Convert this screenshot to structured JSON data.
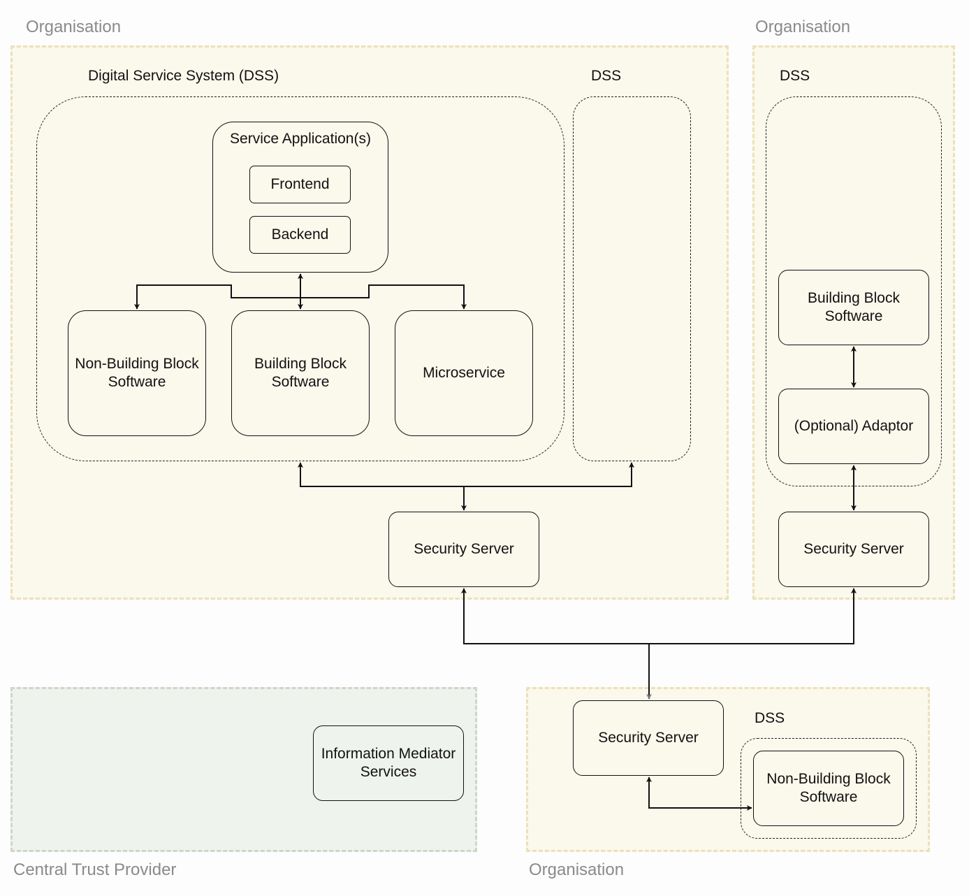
{
  "zones": {
    "org_main": {
      "label": "Organisation"
    },
    "org_right": {
      "label": "Organisation"
    },
    "org_bottom": {
      "label": "Organisation"
    },
    "trust": {
      "label": "Central Trust Provider"
    }
  },
  "dss": {
    "main": {
      "label": "Digital Service System (DSS)",
      "service_app": {
        "title": "Service Application(s)",
        "frontend": "Frontend",
        "backend": "Backend"
      },
      "non_bb": "Non-Building Block Software",
      "bb": "Building Block Software",
      "microservice": "Microservice"
    },
    "secondary": {
      "label": "DSS"
    },
    "right": {
      "label": "DSS",
      "bb": "Building Block Software",
      "adaptor": "(Optional) Adaptor"
    },
    "bottom": {
      "label": "DSS",
      "non_bb": "Non-Building Block Software"
    }
  },
  "security_servers": {
    "main": "Security Server",
    "right": "Security Server",
    "bottom": "Security Server"
  },
  "information_mediator": "Information Mediator Services",
  "colors": {
    "org_fill": "#fbf8ec",
    "org_border": "#ebe1b9",
    "trust_fill": "#eff3ee",
    "trust_border": "#cbd8c6",
    "stroke": "#111111",
    "zone_label": "#8a8a8a"
  }
}
